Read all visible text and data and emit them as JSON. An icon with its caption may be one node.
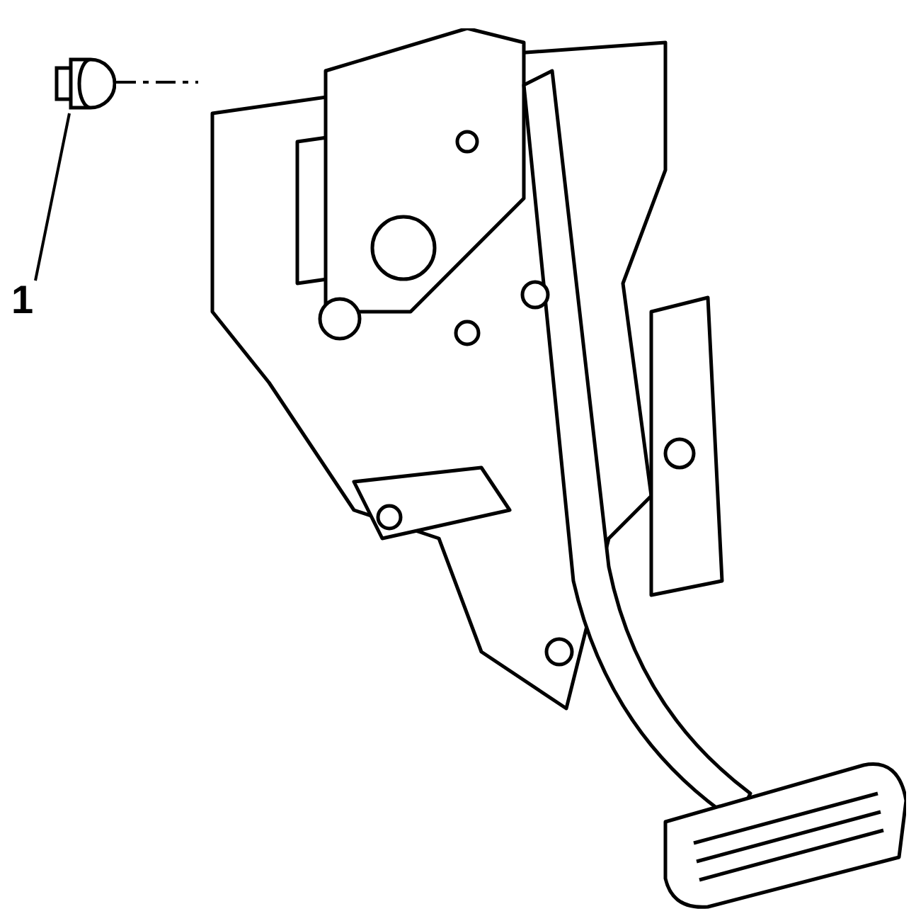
{
  "diagram": {
    "nodes": [
      {
        "text": [
          "1"
        ]
      },
      {
        "text": [],
        "shape": "picture"
      },
      {
        "text": [],
        "shape": "picture"
      }
    ],
    "edges": [
      {
        "from": 0,
        "to": 1,
        "arrow": "none"
      },
      {
        "from": 1,
        "to": 2,
        "arrow": "none",
        "style": "dashed"
      }
    ]
  }
}
